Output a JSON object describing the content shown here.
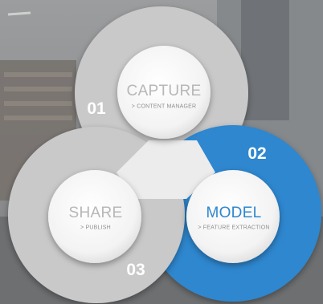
{
  "steps": [
    {
      "number": "01",
      "title": "CAPTURE",
      "subtitle": "> CONTENT MANAGER"
    },
    {
      "number": "02",
      "title": "MODEL",
      "subtitle": "> FEATURE EXTRACTION"
    },
    {
      "number": "03",
      "title": "SHARE",
      "subtitle": "> PUBLISH"
    }
  ],
  "colors": {
    "ring_gray": "#c9c9c9",
    "ring_blue": "#2d87cf",
    "title_gray": "#b7b7b7",
    "title_blue": "#2d87cf",
    "subtitle_gray": "#8f8f8f"
  }
}
